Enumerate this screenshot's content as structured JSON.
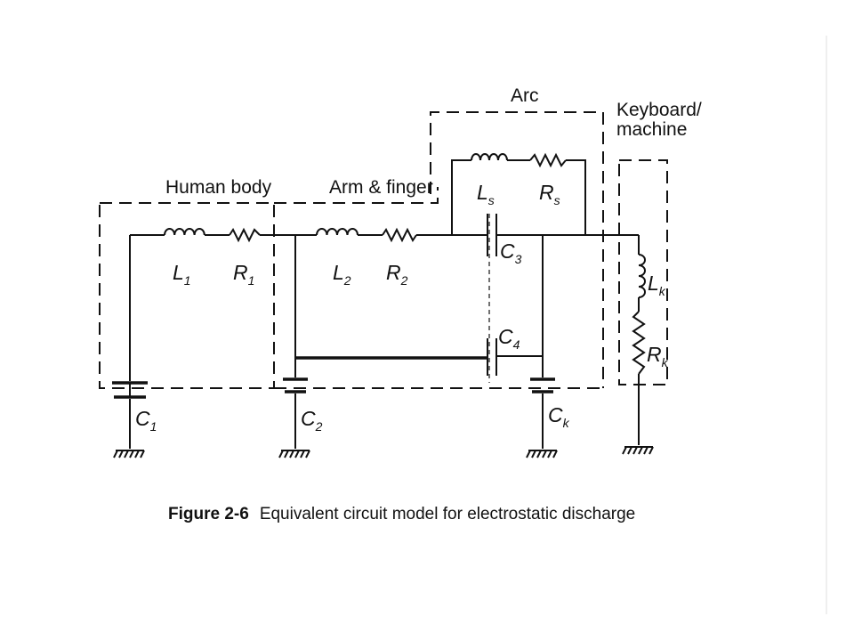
{
  "labels": {
    "human_body": "Human body",
    "arm_finger": "Arm & finger",
    "arc": "Arc",
    "keyboard_line1": "Keyboard/",
    "keyboard_line2": "machine"
  },
  "components": {
    "L1": {
      "letter": "L",
      "sub": "1"
    },
    "R1": {
      "letter": "R",
      "sub": "1"
    },
    "L2": {
      "letter": "L",
      "sub": "2"
    },
    "R2": {
      "letter": "R",
      "sub": "2"
    },
    "Ls": {
      "letter": "L",
      "sub": "s"
    },
    "Rs": {
      "letter": "R",
      "sub": "s"
    },
    "C1": {
      "letter": "C",
      "sub": "1"
    },
    "C2": {
      "letter": "C",
      "sub": "2"
    },
    "C3": {
      "letter": "C",
      "sub": "3"
    },
    "C4": {
      "letter": "C",
      "sub": "4"
    },
    "Ck": {
      "letter": "C",
      "sub": "k"
    },
    "Lk": {
      "letter": "L",
      "sub": "k"
    },
    "Rk": {
      "letter": "R",
      "sub": "k"
    }
  },
  "caption": {
    "figure": "Figure 2-6",
    "text": "Equivalent circuit model for electrostatic discharge"
  }
}
